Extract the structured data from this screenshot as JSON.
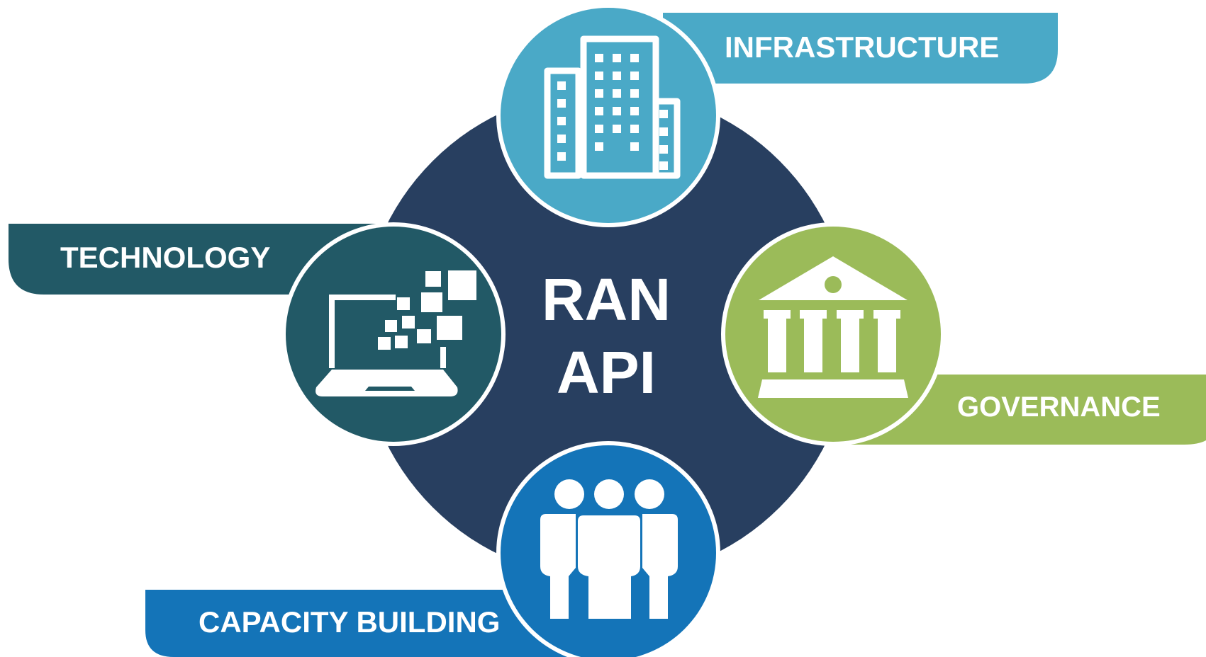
{
  "center": {
    "line1": "RAN",
    "line2": "API",
    "color": "#283f60"
  },
  "pillars": {
    "infrastructure": {
      "label": "INFRASTRUCTURE",
      "color": "#4aa9c7",
      "icon": "building-icon"
    },
    "technology": {
      "label": "TECHNOLOGY",
      "color": "#225966",
      "icon": "laptop-icon"
    },
    "governance": {
      "label": "GOVERNANCE",
      "color": "#9bbb59",
      "icon": "government-building-icon"
    },
    "capacity": {
      "label": "CAPACITY BUILDING",
      "color": "#1474b8",
      "icon": "people-group-icon"
    }
  }
}
